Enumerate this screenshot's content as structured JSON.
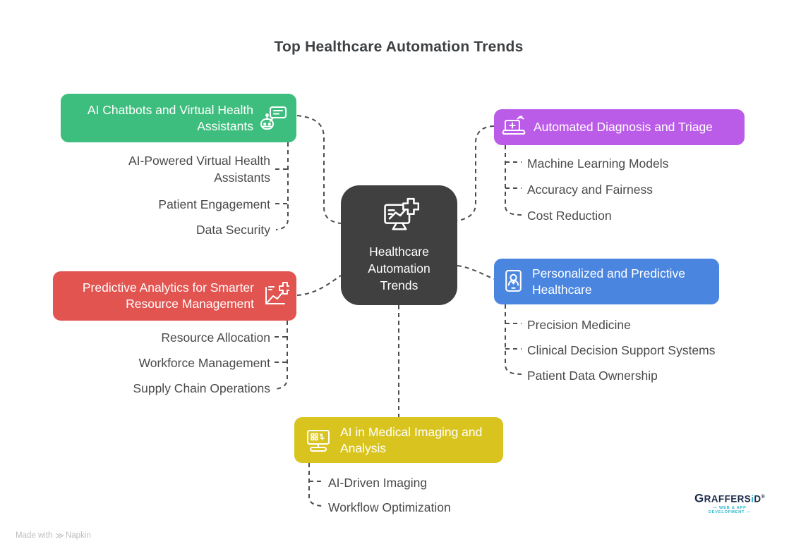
{
  "title": "Top Healthcare Automation Trends",
  "center": {
    "label": "Healthcare Automation Trends",
    "icon": "monitor-chart-medical-cross-icon",
    "color": "#404040"
  },
  "branches": {
    "chatbots": {
      "label": "AI Chatbots and Virtual Health Assistants",
      "icon": "chatbot-speech-bubble-icon",
      "color": "#3ebe7e",
      "children": [
        "AI-Powered Virtual Health Assistants",
        "Patient Engagement",
        "Data Security"
      ]
    },
    "diagnosis": {
      "label": "Automated Diagnosis and Triage",
      "icon": "laptop-medical-signal-icon",
      "color": "#bb5ce8",
      "children": [
        "Machine Learning Models",
        "Accuracy and Fairness",
        "Cost Reduction"
      ]
    },
    "analytics": {
      "label": "Predictive Analytics for Smarter Resource Management",
      "icon": "chart-plus-icon",
      "color": "#e25450",
      "children": [
        "Resource Allocation",
        "Workforce Management",
        "Supply Chain Operations"
      ]
    },
    "personalized": {
      "label": "Personalized and Predictive Healthcare",
      "icon": "patient-id-card-icon",
      "color": "#4a86e0",
      "children": [
        "Precision Medicine",
        "Clinical Decision Support Systems",
        "Patient Data Ownership"
      ]
    },
    "imaging": {
      "label": "AI in Medical Imaging and Analysis",
      "icon": "medical-imaging-monitor-icon",
      "color": "#d9c41f",
      "children": [
        "AI-Driven Imaging",
        "Workflow Optimization"
      ]
    }
  },
  "connector_color": "#4d4d4d",
  "footer": {
    "made_with": "Made with",
    "napkin": "Napkin",
    "napkin_icon": "≫"
  },
  "logo": {
    "g": "G",
    "raffers": "RAFFERS",
    "i": "i",
    "d": "D",
    "registered": "®",
    "tagline": "— WEB & APP DEVELOPMENT —"
  }
}
